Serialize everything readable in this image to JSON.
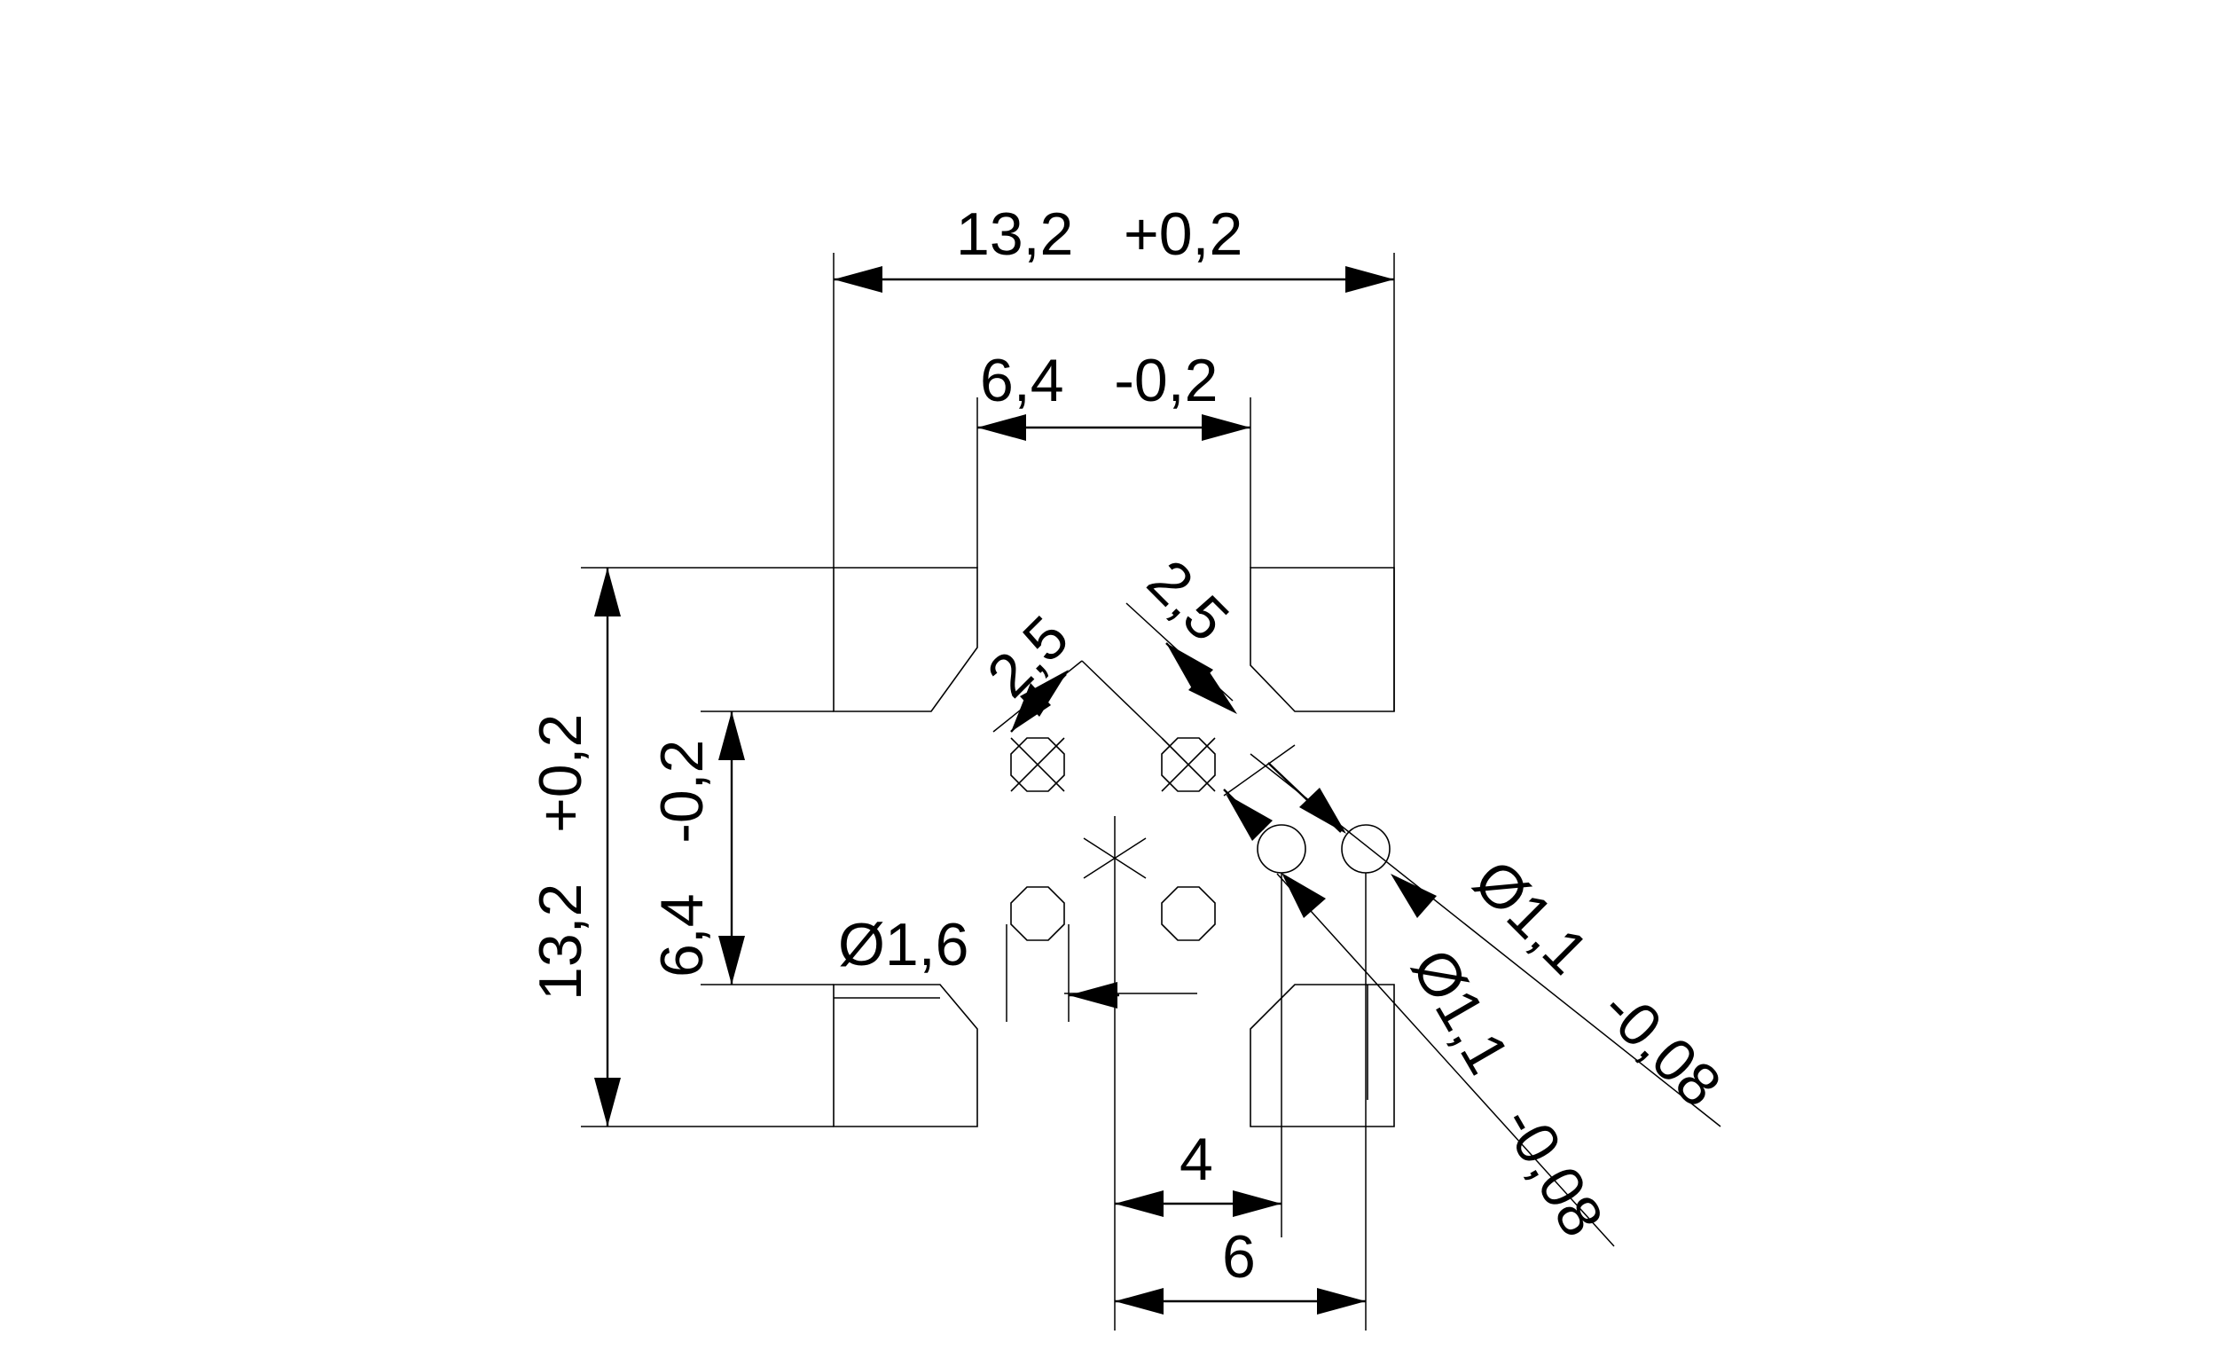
{
  "dimensions": {
    "top_outer": "13,2   +0,2",
    "top_inner": "6,4   -0,2",
    "left_outer": "13,2   +0,2",
    "left_inner": "6,4   -0,2",
    "pitch_left": "2,5",
    "pitch_right": "2,5",
    "pad_diameter": "Ø1,6",
    "hole_upper": "Ø1,1   -0,08",
    "hole_lower": "Ø1,1   -0,08",
    "bottom_inner": "4",
    "bottom_outer": "6"
  },
  "colors": {
    "line": "#000000",
    "background": "#ffffff"
  }
}
